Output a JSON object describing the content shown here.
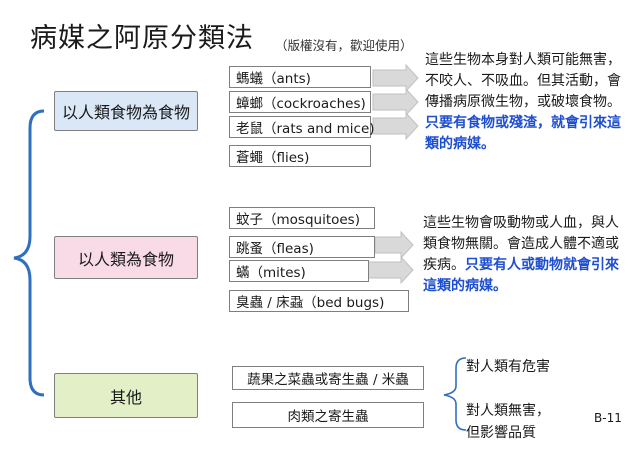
{
  "title": "病媒之阿原分類法",
  "title_note": "（版權沒有，歡迎使用）",
  "categories": {
    "food": {
      "label": "以人類食物為食物",
      "items": [
        "螞蟻（ants)",
        "蟑螂（cockroaches)",
        "老鼠（rats and mice)",
        "蒼蠅（flies)"
      ],
      "note_plain": "這些生物本身對人類可能無害，不咬人、不吸血。但其活動，會傳播病原微生物，或破壞食物。",
      "note_highlight": "只要有食物或殘渣，就會引來這類的病媒。"
    },
    "human": {
      "label": "以人類為食物",
      "items": [
        "蚊子（mosquitoes)",
        "跳蚤（fleas)",
        "蟎（mites)",
        "臭蟲 / 床蝨（bed bugs)"
      ],
      "note_plain": "這些生物會吸動物或人血，與人類食物無關。會造成人體不適或疾病。",
      "note_highlight": "只要有人或動物就會引來這類的病媒。"
    },
    "other": {
      "label": "其他",
      "items": [
        "蔬果之菜蟲或寄生蟲 / 米蟲",
        "肉類之寄生蟲"
      ],
      "note_harmful": "對人類有危害",
      "note_harmless_1": "對人類無害，",
      "note_harmless_2": "但影響品質"
    }
  },
  "colors": {
    "food_box": "#d9e7f7",
    "human_box": "#f9dbe7",
    "other_box": "#e2efc7",
    "highlight": "#1f4fd1",
    "brace": "#2f6fc0"
  },
  "page_number": "B-11"
}
